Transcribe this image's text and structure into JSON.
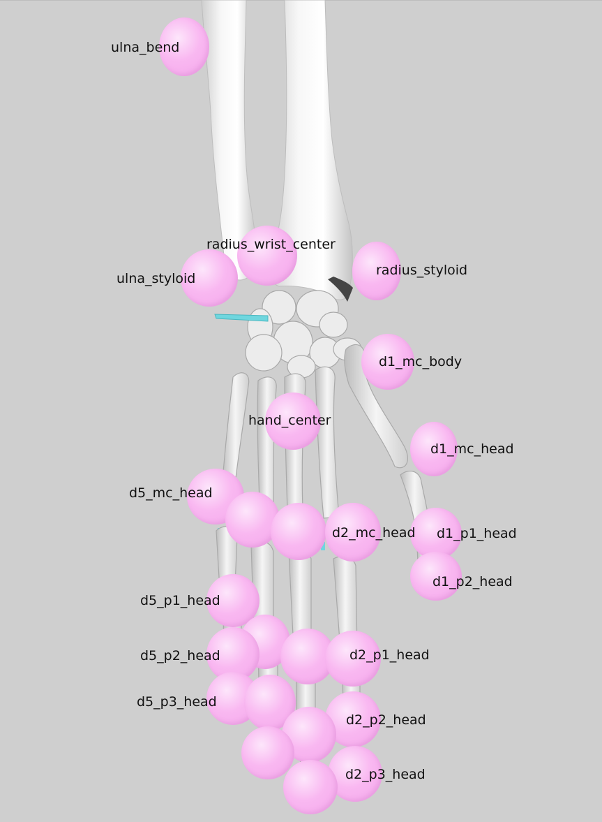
{
  "viewer": {
    "background_color": "#cfcfcf",
    "bone_color": "#f2f2f2",
    "marker_color": "#f7b5ef",
    "pin_color": "#6fd6de"
  },
  "landmarks": {
    "ulna_bend": "ulna_bend",
    "radius_wrist_center": "radius_wrist_center",
    "ulna_styloid": "ulna_styloid",
    "radius_styloid": "radius_styloid",
    "d1_mc_body": "d1_mc_body",
    "hand_center": "hand_center",
    "d1_mc_head": "d1_mc_head",
    "d5_mc_head": "d5_mc_head",
    "d2_mc_head": "d2_mc_head",
    "d1_p1_head": "d1_p1_head",
    "d1_p2_head": "d1_p2_head",
    "d5_p1_head": "d5_p1_head",
    "d5_p2_head": "d5_p2_head",
    "d2_p1_head": "d2_p1_head",
    "d5_p3_head": "d5_p3_head",
    "d2_p2_head": "d2_p2_head",
    "d2_p3_head": "d2_p3_head"
  }
}
